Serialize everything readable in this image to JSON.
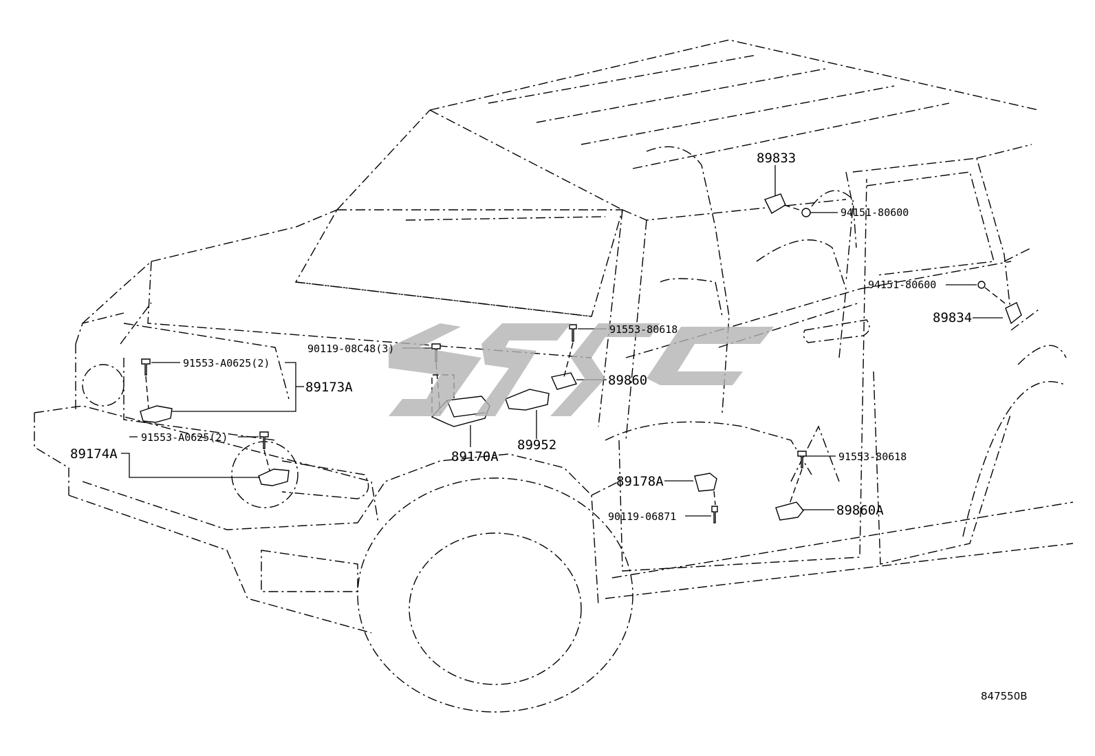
{
  "diagram_code": "847550B",
  "callouts": [
    {
      "id": "c-89833",
      "text": "89833"
    },
    {
      "id": "c-94151-80600-a",
      "text": "94151-80600"
    },
    {
      "id": "c-94151-80600-b",
      "text": "94151-80600"
    },
    {
      "id": "c-89834",
      "text": "89834"
    },
    {
      "id": "c-91553-80618-a",
      "text": "91553-80618"
    },
    {
      "id": "c-90119-08c48",
      "text": "90119-08C48(3)"
    },
    {
      "id": "c-89860",
      "text": "89860"
    },
    {
      "id": "c-91553-a0625-a",
      "text": "91553-A0625(2)"
    },
    {
      "id": "c-89173a",
      "text": "89173A"
    },
    {
      "id": "c-91553-a0625-b",
      "text": "91553-A0625(2)"
    },
    {
      "id": "c-89174a",
      "text": "89174A"
    },
    {
      "id": "c-89170a",
      "text": "89170A"
    },
    {
      "id": "c-89952",
      "text": "89952"
    },
    {
      "id": "c-91553-80618-b",
      "text": "91553-80618"
    },
    {
      "id": "c-89178a",
      "text": "89178A"
    },
    {
      "id": "c-90119-06871",
      "text": "90119-06871"
    },
    {
      "id": "c-89860a",
      "text": "89860A"
    }
  ]
}
